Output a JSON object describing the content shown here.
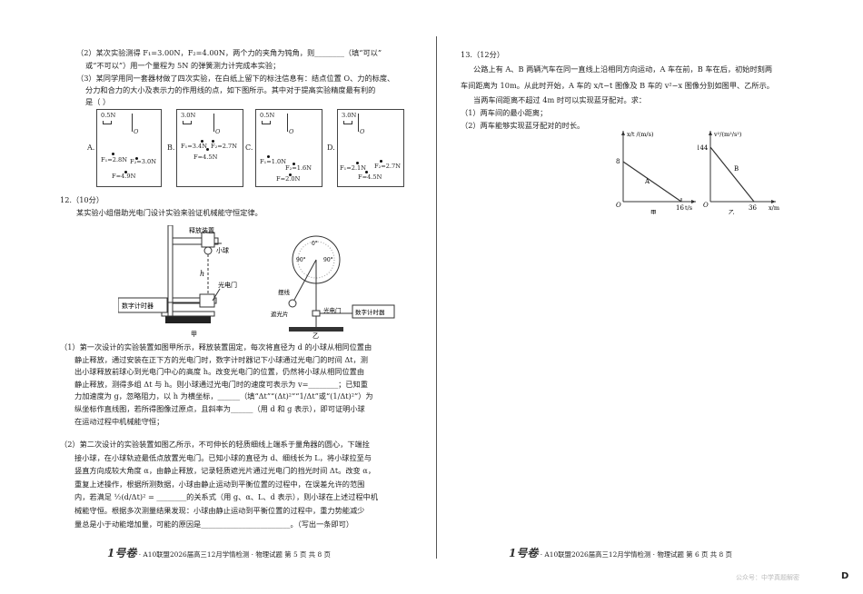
{
  "left": {
    "q11_2": "（2）某次实验测得 F₁=3.00N，F₂=4.00N，两个力的夹角为钝角，则________（填“可以”",
    "q11_2b": "或“不可以”）用一个量程为 5N 的弹簧测力计完成本实验；",
    "q11_3": "（3）某同学用同一套器材做了四次实验，在白纸上留下的标注信息有：结点位置 O、力的标度、",
    "q11_3b": "分力和合力的大小及表示力的作用线的点，如下图所示。其中对于提高实验精度最有利的",
    "q11_3c": "是（    ）",
    "options": [
      {
        "label": "A.",
        "scale": "0.5N",
        "o": "O",
        "f1": "F₁=2.8N",
        "f2": "F₂=3.0N",
        "f": "F=4.9N"
      },
      {
        "label": "B.",
        "scale": "3.0N",
        "o": "O",
        "f1": "F₁=3.4N",
        "f2": "F₂=2.7N",
        "f": "F=4.5N"
      },
      {
        "label": "C.",
        "scale": "0.5N",
        "o": "O",
        "f1": "F₁=1.0N",
        "f2": "F₂=1.6N",
        "f": "F=2.0N"
      },
      {
        "label": "D.",
        "scale": "3.0N",
        "o": "O",
        "f1": "F₁=2.1N",
        "f2": "F₂=2.7N",
        "f": "F=4.5N"
      }
    ],
    "q12_title": "12.（10分）",
    "q12_intro": "某实验小组借助光电门设计实验来验证机械能守恒定律。",
    "fig_jia": {
      "fixer": "释放装置",
      "ball": "小球",
      "h": "h",
      "gate": "光电门",
      "timer": "数字计时器",
      "caption": "甲"
    },
    "fig_yi": {
      "string": "摆线",
      "shade": "遮光片",
      "gate": "光电门",
      "timer": "数字计时器",
      "caption": "乙",
      "deg0": "0°",
      "deg90l": "90°",
      "deg90r": "90°"
    },
    "p1": [
      "（1）第一次设计的实验装置如图甲所示，释放装置固定，每次将直径为 d 的小球从相同位置由",
      "静止释放，通过安装在正下方的光电门时，数字计时器记下小球通过光电门的时间 Δt，测",
      "出小球释放前球心到光电门中心的高度 h。改变光电门的位置，仍然将小球从相同位置由",
      "静止释放，测得多组 Δt 与 h。则小球通过光电门时的速度可表示为 v=________；已知重",
      "力加速度为 g，忽略阻力，以 h 为横坐标，______（填“Δt”“(Δt)²”“1/Δt”或“(1/Δt)²”）为",
      "纵坐标作直线图，若所得图像过原点，且斜率为______（用 d 和 g 表示），即可证明小球",
      "在运动过程中机械能守恒；"
    ],
    "p2": [
      "（2）第二次设计的实验装置如图乙所示，不可伸长的轻质细线上端系于量角器的圆心，下端拴",
      "接小球，在小球轨迹最低点放置光电门。已知小球的直径为 d、细线长为 L，将小球拉至与",
      "竖直方向成较大角度 α，由静止释放，记录轻质遮光片通过光电门的挡光时间 Δt。改变 α，",
      "重复上述操作，根据所测数据，小球由静止运动到平衡位置的过程中，在误差允许的范围",
      "内，若满足 ½(d/Δt)² = ________的关系式（用 g、α、L、d 表示），则小球在上述过程中机",
      "械能守恒。根据多次测量结果发现：小球由静止运动到平衡位置的过程中，重力势能减少",
      "量总是小于动能增加量，可能的原因是________________________。（写出一条即可）"
    ],
    "footer_brand": "1号卷",
    "footer": "· A10联盟2026届高三12月学情检测 · 物理试题  第 5 页   共 8 页"
  },
  "right": {
    "q13_title": "13.（12分）",
    "lines": [
      "公路上有 A、B 两辆汽车在同一直线上沿相同方向运动，A 车在前，B 车在后，初始时刻两",
      "车间距离为 10m。从此时开始，A 车的 x/t−t 图像及 B 车的 v²−x 图像分别如图甲、乙所示。",
      "当两车间距离不超过 4m 时可以实现蓝牙配对。求：",
      "（1）两车间的最小距离；",
      "（2）两车能够实现蓝牙配对的时长。"
    ],
    "graph_jia": {
      "ylabel": "x/t /(m/s)",
      "xlabel": "t/s",
      "y0": "8",
      "x0": "16",
      "origin": "O",
      "line": "A",
      "caption": "甲"
    },
    "graph_yi": {
      "ylabel": "v²/(m²/s²)",
      "xlabel": "x/m",
      "y0": "144",
      "x0": "36",
      "origin": "O",
      "line": "B",
      "caption": "乙"
    },
    "footer_brand": "1号卷",
    "footer": "· A10联盟2026届高三12月学情检测 · 物理试题  第 6 页   共 8 页"
  },
  "watermark": "公众号：中学真题解密",
  "corner": "D"
}
